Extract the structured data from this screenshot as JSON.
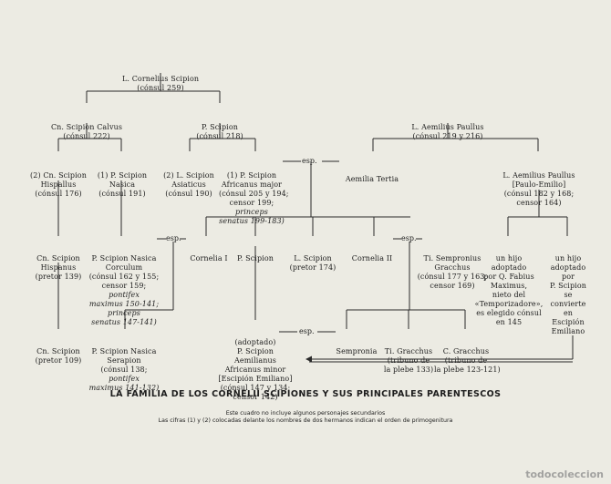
{
  "nodes": {
    "l_cornelius": [
      "L. Cornelius Scipion",
      "(cónsul 259)"
    ],
    "cn_calvus": [
      "Cn. Scipion Calvus",
      "(cónsul 222)"
    ],
    "p_scipion_218": [
      "P. Scipion",
      "(cónsul 218)"
    ],
    "l_aemilius_219": [
      "L. Aemilius Paullus",
      "(cónsul 219 y 216)"
    ],
    "cn_hispallus": [
      "(2) Cn. Scipion",
      "Hispallus",
      "(cónsul 176)"
    ],
    "p_nasica_191": [
      "(1) P. Scipion",
      "Nasica",
      "(cónsul 191)"
    ],
    "l_asiaticus": [
      "(2) L. Scipion",
      "Asiaticus",
      "(cónsul 190)"
    ],
    "p_africanus_major": [
      "(1) P. Scipion",
      "Africanus major",
      "(cónsul 205 y 194;",
      "censor 199;",
      "princeps",
      "senatus 199-183)"
    ],
    "aemilia_tertia": [
      "Aemilia Tertia"
    ],
    "l_aemilius_paullus_macedonicus": [
      "L. Aemilius Paullus",
      "[Paulo-Emilio]",
      "(cónsul 182 y 168;",
      "censor 164)"
    ],
    "cn_hispanus": [
      "Cn. Scipion",
      "Hispanus",
      "(pretor 139)"
    ],
    "p_nasica_corculum": [
      "P. Scipion Nasica",
      "Corculum",
      "(cónsul 162 y 155;",
      "censor 159;",
      "pontifex",
      "maximus 150-141;",
      "princeps",
      "senatus 147-141)"
    ],
    "cornelia_1": [
      "Cornelia I"
    ],
    "p_scipion": [
      "P. Scipion"
    ],
    "l_scipion_174": [
      "L. Scipion",
      "(pretor 174)"
    ],
    "cornelia_2": [
      "Cornelia II"
    ],
    "ti_gracchus_father": [
      "Ti. Sempronius",
      "Gracchus",
      "(cónsul 177 y 163;",
      "censor 169)"
    ],
    "son_fabius": [
      "un hijo",
      "adoptado",
      "por Q. Fabius",
      "Maximus,",
      "nieto del",
      "«Temporizadore»,",
      "es elegido cónsul",
      "en 145"
    ],
    "son_scipion": [
      "un hijo",
      "adoptado",
      "por",
      "P. Scipion",
      "se",
      "convierte",
      "en",
      "Escipión",
      "Emiliano"
    ],
    "cn_scipion_109": [
      "Cn. Scipion",
      "(pretor 109)"
    ],
    "p_nasica_serapion": [
      "P. Scipion Nasica",
      "Serapion",
      "(cónsul 138;",
      "pontifex",
      "maximus 141-132)"
    ],
    "p_aemilianus": [
      "(adoptado)",
      "P. Scipion",
      "Aemilianus",
      "Africanus minor",
      "[Escipión Emiliano]",
      "(cónsul 147 y 134;",
      "censor 142)"
    ],
    "sempronia": [
      "Sempronia"
    ],
    "ti_gracchus": [
      "Ti. Gracchus",
      "(tribuno de",
      "la plebe 133)"
    ],
    "c_gracchus": [
      "C. Gracchus",
      "(tribuno de",
      "la plebe 123-121)"
    ]
  },
  "marriage_labels": {
    "m1": "esp.",
    "m2": "esp.",
    "m3": "esp.",
    "m4": "esp."
  },
  "caption": {
    "title": "LA FAMILIA DE LOS CORNELII SCIPIONES Y SUS PRINCIPALES PARENTESCOS",
    "note1": "Este cuadro no incluye algunos personajes secundarios",
    "note2": "Las cifras (1) y (2) colocadas delante los nombres de dos hermanos indican el orden de primogenitura"
  },
  "watermark": "todocoleccion"
}
